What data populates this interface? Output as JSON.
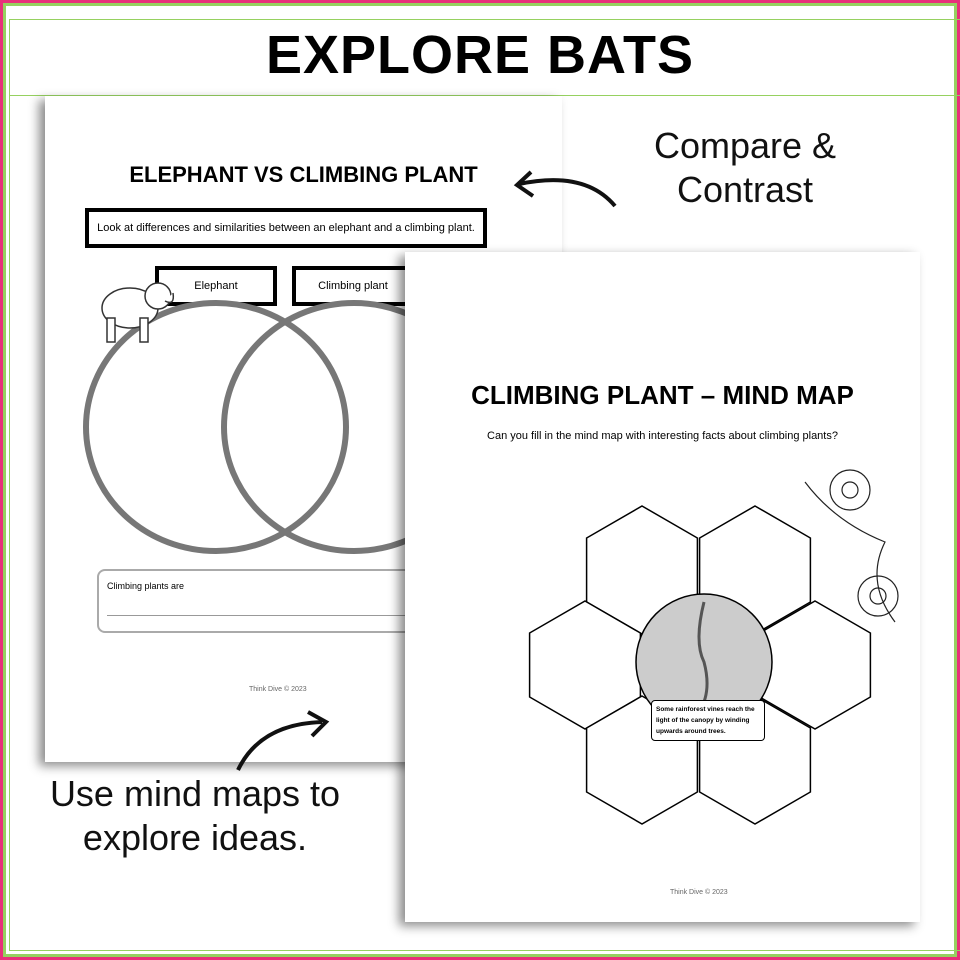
{
  "header": {
    "title": "EXPLORE BATS"
  },
  "page1": {
    "title": "ELEPHANT VS CLIMBING PLANT",
    "instruction": "Look at differences and similarities between an elephant and a climbing plant.",
    "label_left": "Elephant",
    "label_right": "Climbing plant",
    "prompt": "Climbing plants are",
    "footer": "Think Dive © 2023"
  },
  "page2": {
    "title": "CLIMBING PLANT – MIND MAP",
    "subtitle": "Can you fill in the mind map with interesting facts about climbing plants?",
    "fact": "Some rainforest vines reach the light of the canopy by winding upwards around trees.",
    "footer": "Think Dive © 2023"
  },
  "captions": {
    "compare": "Compare & Contrast",
    "mindmap": "Use mind maps to explore ideas."
  },
  "colors": {
    "pink": "#e8307a",
    "green": "#96d160"
  }
}
